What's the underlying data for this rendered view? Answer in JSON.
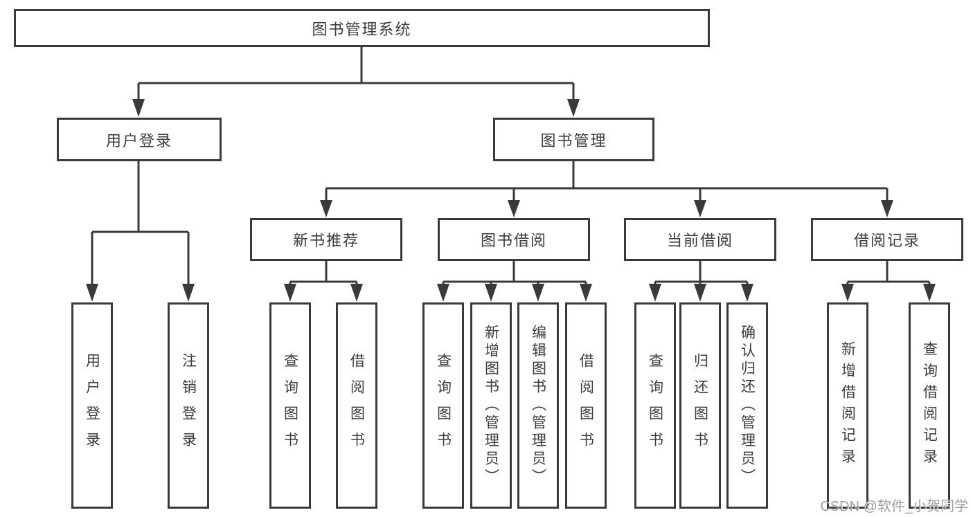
{
  "diagram": {
    "root": "图书管理系统",
    "user_login": {
      "label": "用户登录",
      "children": {
        "login": "用户登录",
        "logout": "注销登录"
      }
    },
    "book_mgmt": {
      "label": "图书管理",
      "new_book": {
        "label": "新书推荐",
        "children": {
          "query": "查询图书",
          "borrow": "借阅图书"
        }
      },
      "borrowing": {
        "label": "图书借阅",
        "children": {
          "query": "查询图书",
          "add": "新增图书（管理员）",
          "edit": "编辑图书（管理员）",
          "borrow": "借阅图书"
        }
      },
      "current": {
        "label": "当前借阅",
        "children": {
          "query": "查询图书",
          "return": "归还图书",
          "confirm": "确认归还（管理员）"
        }
      },
      "record": {
        "label": "借阅记录",
        "children": {
          "add": "新增借阅记录",
          "query": "查询借阅记录"
        }
      }
    }
  },
  "watermark": {
    "text": "CSDN @软件_小贺同学"
  },
  "colors": {
    "line": "#3a3a3a",
    "text": "#3c3c3c",
    "watermark": "#9e9e9e",
    "background": "#ffffff"
  }
}
